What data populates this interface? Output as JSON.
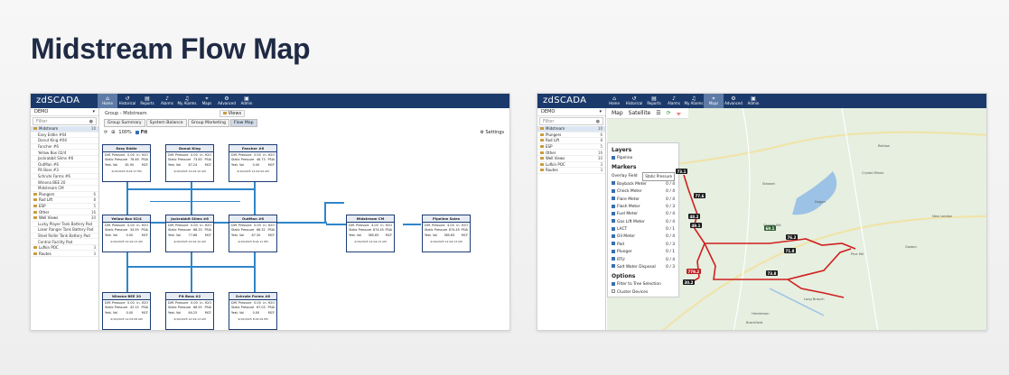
{
  "page": {
    "title": "Midstream Flow Map"
  },
  "app": {
    "logo": "zdSCADA"
  },
  "nav": [
    {
      "label": "Home",
      "icon": "home-icon"
    },
    {
      "label": "Historical",
      "icon": "history-icon"
    },
    {
      "label": "Reports",
      "icon": "report-icon"
    },
    {
      "label": "Alarms",
      "icon": "bell-icon"
    },
    {
      "label": "My Alarms",
      "icon": "user-bell-icon"
    },
    {
      "label": "Maps",
      "icon": "map-pin-icon"
    },
    {
      "label": "Advanced",
      "icon": "gear-icon"
    },
    {
      "label": "Admin",
      "icon": "lock-icon"
    }
  ],
  "sidebar1": {
    "demo": "DEMO",
    "filter_placeholder": "Filter",
    "items": [
      {
        "label": "Midstream",
        "count": "10"
      },
      {
        "label": "Easy Eddie #04",
        "count": ""
      },
      {
        "label": "Donut King #04",
        "count": ""
      },
      {
        "label": "Fancher #6",
        "count": ""
      },
      {
        "label": "Yellow Box 02/4",
        "count": ""
      },
      {
        "label": "Jackrabbit Slims #6",
        "count": ""
      },
      {
        "label": "OutMan #6",
        "count": ""
      },
      {
        "label": "Pit Boss #3",
        "count": ""
      },
      {
        "label": "Schrute Farms #6",
        "count": ""
      },
      {
        "label": "Winona BEE 20",
        "count": ""
      },
      {
        "label": "Midstream CM",
        "count": ""
      },
      {
        "label": "Plungers",
        "count": "6"
      },
      {
        "label": "Rod Lift",
        "count": "8"
      },
      {
        "label": "ESP",
        "count": "5"
      },
      {
        "label": "Other",
        "count": "16"
      },
      {
        "label": "Well Views",
        "count": "30"
      },
      {
        "label": "Lucky Player Tank Battery Pad",
        "count": ""
      },
      {
        "label": "Laser Ranger Tank Battery Pad",
        "count": ""
      },
      {
        "label": "Steel Roller Tank Battery Pad",
        "count": ""
      },
      {
        "label": "Central Facility Pad",
        "count": ""
      },
      {
        "label": "Lufkin POC",
        "count": "3"
      },
      {
        "label": "Routes",
        "count": "3"
      }
    ]
  },
  "sidebar2": {
    "demo": "DEMO",
    "filter_placeholder": "Filter",
    "items": [
      {
        "label": "Midstream",
        "count": "10"
      },
      {
        "label": "Plungers",
        "count": "6"
      },
      {
        "label": "Rod Lift",
        "count": "8"
      },
      {
        "label": "ESP",
        "count": "5"
      },
      {
        "label": "Other",
        "count": "16"
      },
      {
        "label": "Well Views",
        "count": "30"
      },
      {
        "label": "Lufkin POC",
        "count": "3"
      },
      {
        "label": "Routes",
        "count": "3"
      }
    ]
  },
  "flow": {
    "breadcrumb": "Group - Midstream",
    "views": "Views",
    "tabs": [
      "Group Summary",
      "System Balance",
      "Group Marketing",
      "Flow Map"
    ],
    "zoom": "100%",
    "fit": "Fit",
    "settings": "Settings",
    "row_labels": {
      "diff": "Diff. Pressure",
      "static": "Static Pressure",
      "yest": "Yest. Vol"
    },
    "units": {
      "diff": "in. H2O",
      "static": "PSIA",
      "yest": "MCF"
    },
    "cards": [
      {
        "id": "easy",
        "title": "Easy Eddie",
        "diff": "0.00",
        "static": "78.46",
        "yest": "81.90",
        "time": "4/10/2025 8:03:17 PM"
      },
      {
        "id": "donut",
        "title": "Donut King",
        "diff": "0.00",
        "static": "73.63",
        "yest": "87.24",
        "time": "4/10/2025 12:02:10 AM"
      },
      {
        "id": "fancher",
        "title": "Fancher #6",
        "diff": "0.00",
        "static": "48.73",
        "yest": "0.00",
        "time": "4/10/2025 12:02:09 AM"
      },
      {
        "id": "yellow",
        "title": "Yellow Box 02/4",
        "diff": "0.00",
        "static": "34.59",
        "yest": "0.00",
        "time": "4/10/2025 12:04:13 AM"
      },
      {
        "id": "jack",
        "title": "Jackrabbit Slims #6",
        "diff": "0.00",
        "static": "68.33",
        "yest": "77.66",
        "time": "4/10/2025 12:02:10 AM"
      },
      {
        "id": "outman",
        "title": "OutMan #6",
        "diff": "0.00",
        "static": "68.32",
        "yest": "87.30",
        "time": "4/10/2025 8:02:11 PM"
      },
      {
        "id": "midcm",
        "title": "Midstream CM",
        "diff": "4.00",
        "static": "874.45",
        "yest": "385.83",
        "time": "4/10/2025 12:04:13 AM"
      },
      {
        "id": "pipeline",
        "title": "Pipeline Sales",
        "diff": "4.00",
        "static": "874.45",
        "yest": "385.83",
        "time": "4/10/2025 12:04:13 AM"
      },
      {
        "id": "winona",
        "title": "Winona BEE 20",
        "diff": "0.00",
        "static": "42.15",
        "yest": "0.00",
        "time": "4/10/2025 12:03:08 AM"
      },
      {
        "id": "pitboss",
        "title": "Pit Boss #2",
        "diff": "0.00",
        "static": "66.55",
        "yest": "64.25",
        "time": "4/10/2025 12:04:13 AM"
      },
      {
        "id": "schrute",
        "title": "Schrute Farms #6",
        "diff": "0.00",
        "static": "67.03",
        "yest": "0.00",
        "time": "4/10/2025 8:02:09 PM"
      }
    ]
  },
  "map": {
    "tabs": [
      "Map",
      "Satellite"
    ],
    "layers_title": "Layers",
    "pipeline": "Pipeline",
    "markers_title": "Markers",
    "overlay_label": "Overlay Field",
    "overlay_value": "Static Pressure",
    "markers": [
      {
        "label": "Bayback Meter",
        "count": "0 / 4"
      },
      {
        "label": "Check Meter",
        "count": "0 / 4"
      },
      {
        "label": "Flare Meter",
        "count": "0 / 4"
      },
      {
        "label": "Flash Meter",
        "count": "0 / 3"
      },
      {
        "label": "Fuel Meter",
        "count": "0 / 4"
      },
      {
        "label": "Gas Lift Meter",
        "count": "0 / 4"
      },
      {
        "label": "LACT",
        "count": "0 / 1"
      },
      {
        "label": "Oil Meter",
        "count": "0 / 4"
      },
      {
        "label": "Pad",
        "count": "0 / 3"
      },
      {
        "label": "Plunger",
        "count": "0 / 1"
      },
      {
        "label": "RTU",
        "count": "0 / 4"
      },
      {
        "label": "Salt Water Disposal",
        "count": "0 / 3"
      }
    ],
    "options_title": "Options",
    "options": [
      {
        "label": "Filter to Tree Selection",
        "checked": true
      },
      {
        "label": "Cluster Devices",
        "checked": false
      }
    ],
    "labels": [
      {
        "text": "73.1",
        "type": "d"
      },
      {
        "text": "77.6",
        "type": "d"
      },
      {
        "text": "48.2",
        "type": "d"
      },
      {
        "text": "49.1",
        "type": "d"
      },
      {
        "text": "69.1",
        "type": "g"
      },
      {
        "text": "76.2",
        "type": "d"
      },
      {
        "text": "71.8",
        "type": "d"
      },
      {
        "text": "779.2",
        "type": "r"
      },
      {
        "text": "73.8",
        "type": "d"
      },
      {
        "text": "30.2",
        "type": "d"
      }
    ],
    "towns": [
      "Stewart",
      "Dogan",
      "Crystal Mines",
      "Church Hill",
      "Henderson",
      "Long Branch",
      "Brachfield",
      "Gaston",
      "New London",
      "Pine Hill",
      "Reklaw"
    ]
  },
  "colors": {
    "navbar": "#1b3a6b",
    "pipe": "#2f86c9",
    "card_border": "#1d3c74",
    "route": "#d01f1f",
    "pump": "#d81e1e"
  }
}
